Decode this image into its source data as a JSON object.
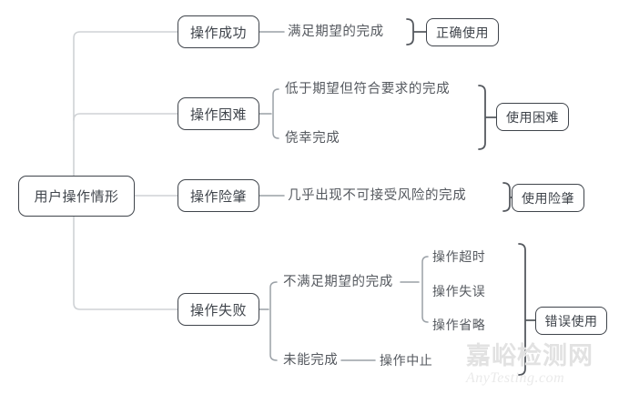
{
  "diagram": {
    "type": "mind-map",
    "title": "用户操作情形",
    "root": {
      "label": "用户操作情形"
    },
    "branches": [
      {
        "id": "success",
        "label": "操作成功",
        "leaves": [
          "满足期望的完成"
        ],
        "outcome": "正确使用"
      },
      {
        "id": "difficult",
        "label": "操作困难",
        "leaves": [
          "低于期望但符合要求的完成",
          "侥幸完成"
        ],
        "outcome": "使用困难"
      },
      {
        "id": "close-call",
        "label": "操作险肇",
        "leaves": [
          "几乎出现不可接受风险的完成"
        ],
        "outcome": "使用险肇"
      },
      {
        "id": "failure",
        "label": "操作失败",
        "leaves": [
          "不满足期望的完成",
          "未能完成"
        ],
        "sub_leaves": [
          "操作超时",
          "操作失误",
          "操作省略",
          "操作中止"
        ],
        "outcome": "错误使用"
      }
    ]
  },
  "labels": {
    "root": "用户操作情形",
    "b1": "操作成功",
    "b2": "操作困难",
    "b3": "操作险肇",
    "b4": "操作失败",
    "l1": "满足期望的完成",
    "l2a": "低于期望但符合要求的完成",
    "l2b": "侥幸完成",
    "l3": "几乎出现不可接受风险的完成",
    "l4a": "不满足期望的完成",
    "l4b": "未能完成",
    "s1": "操作超时",
    "s2": "操作失误",
    "s3": "操作省略",
    "s4": "操作中止",
    "o1": "正确使用",
    "o2": "使用困难",
    "o3": "使用险肇",
    "o4": "错误使用"
  },
  "watermark": {
    "cn": "嘉峪检测网",
    "en": "AnyTesting.com"
  },
  "colors": {
    "node_border": "#3f444b",
    "text": "#4a4f55",
    "connector_light": "#cfd2d5",
    "connector_dark": "#8b9097",
    "background": "#ffffff",
    "watermark": "#e2e2e2"
  }
}
